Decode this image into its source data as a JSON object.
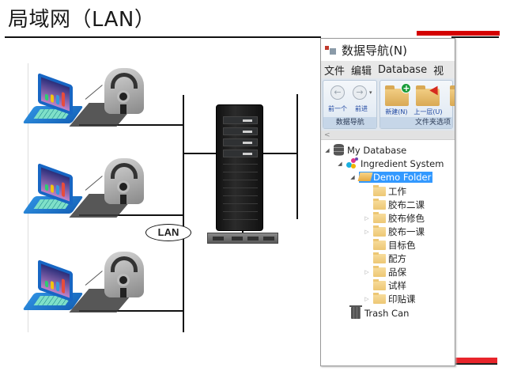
{
  "slide": {
    "title": "局域网（LAN）",
    "accent_color": "#d40000"
  },
  "diagram": {
    "network_label": "LAN",
    "workstations": [
      {
        "name": "laptop-1",
        "device": "spectrophotometer-1"
      },
      {
        "name": "laptop-2",
        "device": "spectrophotometer-2"
      },
      {
        "name": "laptop-3",
        "device": "spectrophotometer-3"
      }
    ],
    "server": "server-tower",
    "switch": "network-switch"
  },
  "nav_panel": {
    "title": "数据导航(N)",
    "menu": [
      "文件",
      "编辑",
      "Database",
      "视"
    ],
    "ribbon": {
      "groups": [
        {
          "label": "数据导航",
          "buttons": [
            {
              "label": "前一个",
              "icon": "back-arrow-icon"
            },
            {
              "label": "前进",
              "icon": "forward-arrow-icon"
            }
          ]
        },
        {
          "label": "文件夹选项",
          "buttons": [
            {
              "label": "新建(N)",
              "icon": "new-folder-icon"
            },
            {
              "label": "上一层(U)",
              "icon": "up-folder-icon"
            }
          ]
        }
      ]
    },
    "scroll_left": "<",
    "tree": {
      "root": "My Database",
      "system": "Ingredient System",
      "selected_folder": "Demo Folder",
      "folders": [
        {
          "label": "工作",
          "expandable": false
        },
        {
          "label": "胶布二课",
          "expandable": false
        },
        {
          "label": "胶布修色",
          "expandable": true
        },
        {
          "label": "胶布一课",
          "expandable": true
        },
        {
          "label": "目标色",
          "expandable": false
        },
        {
          "label": "配方",
          "expandable": false
        },
        {
          "label": "品保",
          "expandable": true
        },
        {
          "label": "试样",
          "expandable": false
        },
        {
          "label": "印贴课",
          "expandable": true
        }
      ],
      "trash": "Trash Can"
    }
  }
}
